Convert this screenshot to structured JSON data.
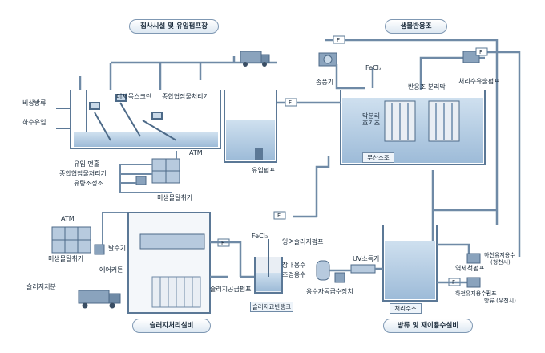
{
  "sections": {
    "sedimentation": "침사시설 및 유입펌프장",
    "bioreactor": "생물반응조",
    "sludge": "슬러지처리설비",
    "discharge": "방류 및 재이용수설비"
  },
  "labels": {
    "emergency_discharge": "비상방류",
    "sewage_inflow": "하수유입",
    "fine_screen": "미세목스크린",
    "combined_debris": "종합협잡물처리기",
    "atm_top": "ATM",
    "influent_manhole": "유입 맨홀",
    "combined_debris2": "종합협잡물처리기",
    "flow_equalization": "유량조정조",
    "micro_dewatering_top": "미생물탈취기",
    "influent_pump": "유입펌프",
    "blower": "송풍기",
    "fecl3_top": "FeCl₃",
    "membrane_separation": "막분리\n호기조",
    "reactor_separation": "반응조 분리막",
    "treated_pump": "처리수유출펌프",
    "anoxic": "무산소조",
    "atm_left": "ATM",
    "micro_dewatering_left": "미생물탈취기",
    "dewatering": "탈수기",
    "air_curtain": "에어커튼",
    "sludge_disposal": "슬러지처분",
    "sludge_feed_pump": "슬러지공급펌프",
    "fecl3_bottom": "FeCl₃",
    "sludge_storage_tank": "슬러지교반탱크",
    "excess_sludge_pump": "잉여슬러지펌프",
    "fire_water": "장내용수",
    "landscape_water": "조경용수",
    "uv": "UV소독기",
    "reuse_supply": "용수자동급수장치",
    "treatment_tank": "처리수조",
    "backwash_pump": "역세척펌프",
    "stream_maintenance": "하천유지용수",
    "stream_maintenance_sub": "(청천시)",
    "stream_pump": "하천유지용수펌프",
    "discharge_rain": "방류 (우천시)",
    "tag_f": "F"
  }
}
